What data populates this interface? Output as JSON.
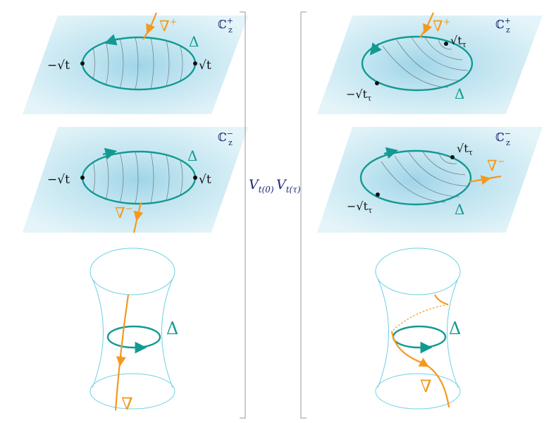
{
  "colors": {
    "plane_edge": "#d6eef6",
    "plane_center": "#a8d9ea",
    "contour": "#6a7a80",
    "cycle": "#129a92",
    "path": "#f39a1e",
    "bracket": "#9a9a9a",
    "hyperboloid": "#6fd0e6",
    "label_navy": "#1d2a7a"
  },
  "left": {
    "top_plane": {
      "space_label": "ℂ",
      "space_sub": "z",
      "space_sup": "+",
      "cycle_label": "Δ",
      "conn_label": "∇",
      "conn_sup": "+",
      "left_point": "−√t",
      "right_point": "√t"
    },
    "bottom_plane": {
      "space_label": "ℂ",
      "space_sub": "z",
      "space_sup": "−",
      "cycle_label": "Δ",
      "conn_label": "∇",
      "conn_sup": "−",
      "left_point": "−√t",
      "right_point": "√t"
    },
    "surface": {
      "cycle_label": "Δ",
      "conn_label": "∇"
    }
  },
  "right": {
    "top_plane": {
      "space_label": "ℂ",
      "space_sub": "z",
      "space_sup": "+",
      "cycle_label": "Δ",
      "conn_label": "∇",
      "conn_sup": "+",
      "upper_point": "√t",
      "upper_point_sub": "τ",
      "lower_point": "−√t",
      "lower_point_sub": "τ"
    },
    "bottom_plane": {
      "space_label": "ℂ",
      "space_sub": "z",
      "space_sup": "−",
      "cycle_label": "Δ",
      "conn_label": "∇",
      "conn_sup": "−",
      "upper_point": "√t",
      "upper_point_sub": "τ",
      "lower_point": "−√t",
      "lower_point_sub": "τ"
    },
    "surface": {
      "cycle_label": "Δ",
      "conn_label": "∇"
    }
  },
  "center": {
    "left_label": "V",
    "left_sub": "t(0)",
    "right_label": "V",
    "right_sub": "t(τ)"
  }
}
